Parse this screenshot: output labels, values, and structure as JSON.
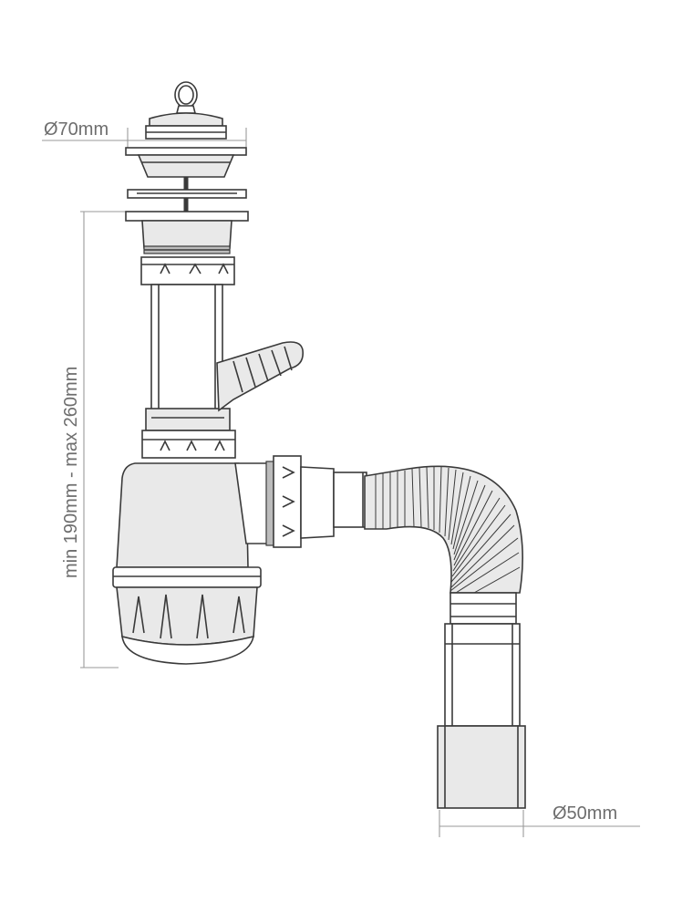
{
  "dimensions": {
    "top_diameter": "Ø70mm",
    "height_range": "min 190mm - max 260mm",
    "outlet_diameter": "Ø50mm"
  },
  "colors": {
    "line": "#3a3a3a",
    "dimension_line": "#9a9a9a",
    "dimension_text": "#6e6e6e",
    "shading": "#e9e9e9"
  }
}
